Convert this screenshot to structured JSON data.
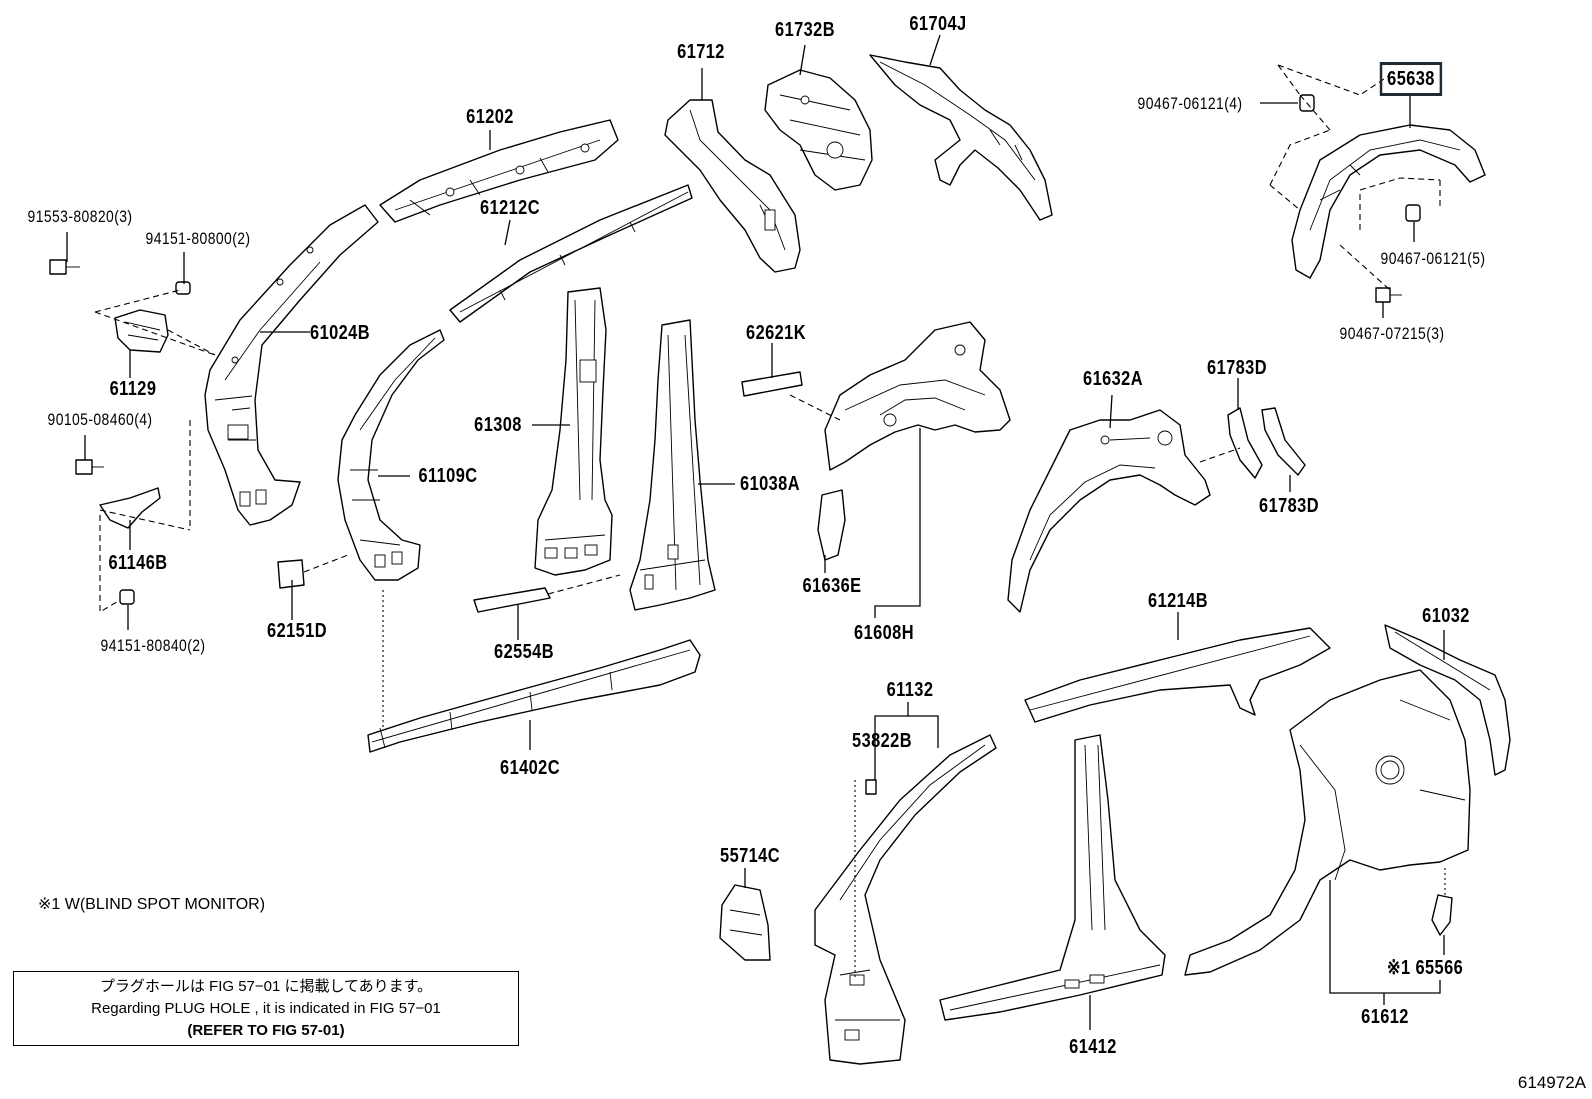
{
  "parts": [
    {
      "id": "p-61712",
      "number": "61712"
    },
    {
      "id": "p-61732B",
      "number": "61732B"
    },
    {
      "id": "p-61704J",
      "number": "61704J"
    },
    {
      "id": "p-61202",
      "number": "61202"
    },
    {
      "id": "p-61212C",
      "number": "61212C"
    },
    {
      "id": "p-91553",
      "number": "91553-80820(3)"
    },
    {
      "id": "p-94151-800",
      "number": "94151-80800(2)"
    },
    {
      "id": "p-61024B",
      "number": "61024B"
    },
    {
      "id": "p-61129",
      "number": "61129"
    },
    {
      "id": "p-90105",
      "number": "90105-08460(4)"
    },
    {
      "id": "p-61146B",
      "number": "61146B"
    },
    {
      "id": "p-94151-840",
      "number": "94151-80840(2)"
    },
    {
      "id": "p-61308",
      "number": "61308"
    },
    {
      "id": "p-61109C",
      "number": "61109C"
    },
    {
      "id": "p-62151D",
      "number": "62151D"
    },
    {
      "id": "p-62554B",
      "number": "62554B"
    },
    {
      "id": "p-61038A",
      "number": "61038A"
    },
    {
      "id": "p-61402C",
      "number": "61402C"
    },
    {
      "id": "p-62621K",
      "number": "62621K"
    },
    {
      "id": "p-61636E",
      "number": "61636E"
    },
    {
      "id": "p-61608H",
      "number": "61608H"
    },
    {
      "id": "p-61632A",
      "number": "61632A"
    },
    {
      "id": "p-61783D-a",
      "number": "61783D"
    },
    {
      "id": "p-61783D-b",
      "number": "61783D"
    },
    {
      "id": "p-65638",
      "number": "65638"
    },
    {
      "id": "p-90467-4",
      "number": "90467-06121(4)"
    },
    {
      "id": "p-90467-5",
      "number": "90467-06121(5)"
    },
    {
      "id": "p-90467-072",
      "number": "90467-07215(3)"
    },
    {
      "id": "p-61214B",
      "number": "61214B"
    },
    {
      "id": "p-61032",
      "number": "61032"
    },
    {
      "id": "p-61132",
      "number": "61132"
    },
    {
      "id": "p-53822B",
      "number": "53822B"
    },
    {
      "id": "p-55714C",
      "number": "55714C"
    },
    {
      "id": "p-61412",
      "number": "61412"
    },
    {
      "id": "p-65566",
      "number": "※1 65566"
    },
    {
      "id": "p-61612",
      "number": "61612"
    }
  ],
  "footnote": "※1 W(BLIND SPOT MONITOR)",
  "notice": {
    "jp": "プラグホールは FIG 57−01 に掲載してあります。",
    "en": "Regarding PLUG HOLE , it is indicated in FIG 57−01",
    "ref": "(REFER TO FIG 57-01)"
  },
  "figure_id": "614972A",
  "colors": {
    "ink": "#000000",
    "paper": "#ffffff",
    "highlight_box": "#1f2a33"
  }
}
